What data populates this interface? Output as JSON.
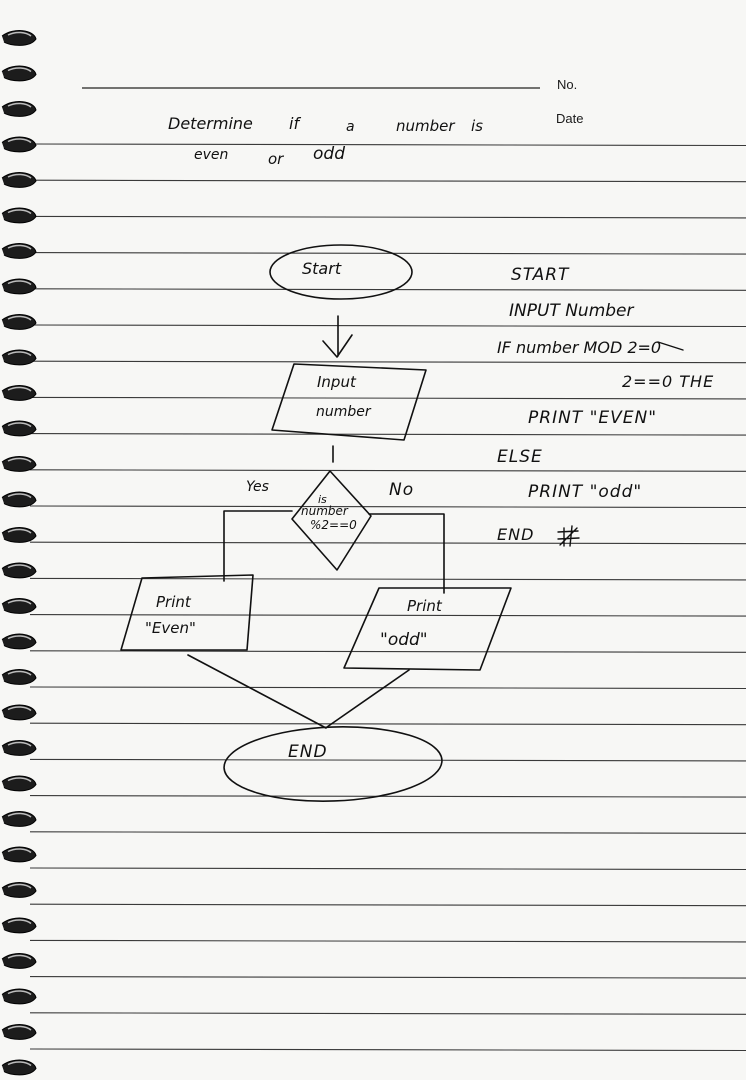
{
  "header": {
    "no_label": "No.",
    "date_label": "Date"
  },
  "title": {
    "line1_words": [
      "Determine",
      "if",
      "a",
      "number",
      "is"
    ],
    "line2_words": [
      "even",
      "or",
      "odd"
    ]
  },
  "flowchart": {
    "start": "Start",
    "input_line1": "Input",
    "input_line2": "number",
    "decision_line1": "is",
    "decision_line2": "number",
    "decision_line3": "%2==0",
    "yes_label": "Yes",
    "no_label": "No",
    "print_even_line1": "Print",
    "print_even_line2": "\"Even\"",
    "print_odd_line1": "Print",
    "print_odd_line2": "\"odd\"",
    "end": "END"
  },
  "pseudocode": {
    "lines": [
      "START",
      "INPUT Number",
      "IF number MOD 2=0",
      "2==0 THE",
      "PRINT \"EVEN\"",
      "ELSE",
      "PRINT \"odd\"",
      "END"
    ]
  },
  "colors": {
    "ink": "#111111",
    "paper": "#f7f7f5",
    "rule_line": "#3a3a3a"
  }
}
